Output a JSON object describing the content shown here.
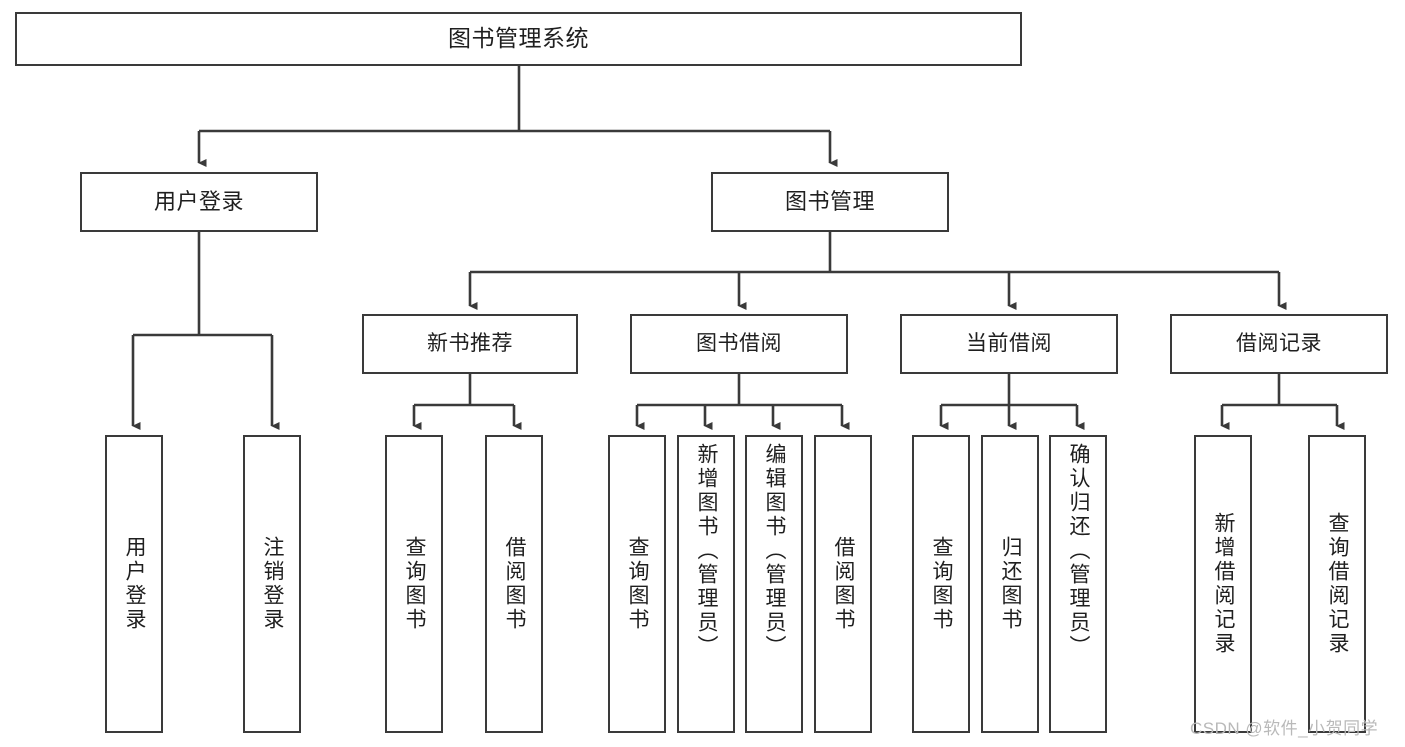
{
  "diagram": {
    "type": "tree-hierarchy-chart",
    "root": {
      "label": "图书管理系统"
    },
    "level2": [
      {
        "label": "用户登录"
      },
      {
        "label": "图书管理"
      }
    ],
    "level3": [
      {
        "label": "新书推荐"
      },
      {
        "label": "图书借阅"
      },
      {
        "label": "当前借阅"
      },
      {
        "label": "借阅记录"
      }
    ],
    "leaves": {
      "user_login": [
        {
          "label": "用户登录"
        },
        {
          "label": "注销登录"
        }
      ],
      "new_book_recommend": [
        {
          "label": "查询图书"
        },
        {
          "label": "借阅图书"
        }
      ],
      "book_borrow": [
        {
          "label": "查询图书"
        },
        {
          "label": "新增图书（管理员）"
        },
        {
          "label": "编辑图书（管理员）"
        },
        {
          "label": "借阅图书"
        }
      ],
      "current_borrow": [
        {
          "label": "查询图书"
        },
        {
          "label": "归还图书"
        },
        {
          "label": "确认归还（管理员）"
        }
      ],
      "borrow_record": [
        {
          "label": "新增借阅记录"
        },
        {
          "label": "查询借阅记录"
        }
      ]
    }
  },
  "watermark": {
    "text": "CSDN @软件_小贺同学"
  },
  "colors": {
    "border": "#3a3a3a",
    "text": "#1f1f1f",
    "background": "#ffffff",
    "watermark": "#b9b9b9"
  }
}
